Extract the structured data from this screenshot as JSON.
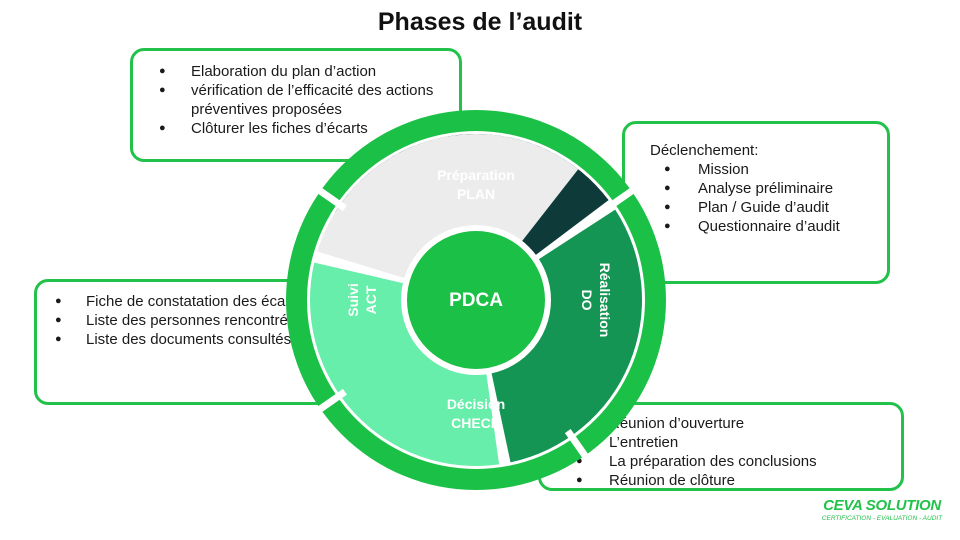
{
  "title": "Phases de l’audit",
  "colors": {
    "outer_ring": "#1bc046",
    "plan": "#0e3b3a",
    "do": "#149553",
    "check": "#66eeaa",
    "act": "#ececec",
    "center": "#1bc046",
    "box_border": "#22c24a"
  },
  "wheel": {
    "center_label": "PDCA",
    "segments": {
      "plan": {
        "line1": "Préparation",
        "line2": "PLAN"
      },
      "do": {
        "line1": "Réalisation",
        "line2": "DO"
      },
      "check": {
        "line1": "Décision",
        "line2": "CHECK"
      },
      "act": {
        "line1": "Suivi",
        "line2": "ACT"
      }
    }
  },
  "boxes": {
    "act": {
      "items": [
        "Elaboration du plan d’action",
        "vérification de l’efficacité des actions préventives proposées",
        "Clôturer les fiches d’écarts"
      ]
    },
    "plan": {
      "heading": "Déclenchement:",
      "items": [
        "Mission",
        "Analyse préliminaire",
        "Plan / Guide d’audit",
        "Questionnaire d’audit"
      ]
    },
    "do": {
      "items": [
        "Fiche de constatation des écarts",
        "Liste des personnes rencontrées",
        "Liste des documents consultés"
      ]
    },
    "check": {
      "items": [
        "Réunion d’ouverture",
        "L’entretien",
        "La préparation des conclusions",
        "Réunion de clôture"
      ]
    }
  },
  "logo": {
    "name": "CEVA SOLUTION",
    "tagline": "CERTIFICATION - EVALUATION - AUDIT"
  }
}
